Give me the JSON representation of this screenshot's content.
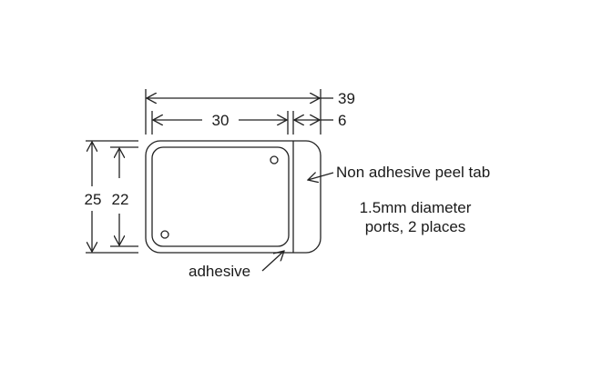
{
  "dimensions": {
    "overall_width": "39",
    "adhesive_width": "30",
    "tab_width": "6",
    "overall_height": "25",
    "adhesive_height": "22"
  },
  "labels": {
    "peel_tab": "Non adhesive peel tab",
    "ports_line1": "1.5mm diameter",
    "ports_line2": "ports, 2 places",
    "adhesive": "adhesive"
  },
  "colors": {
    "line": "#222222",
    "background": "#ffffff"
  }
}
